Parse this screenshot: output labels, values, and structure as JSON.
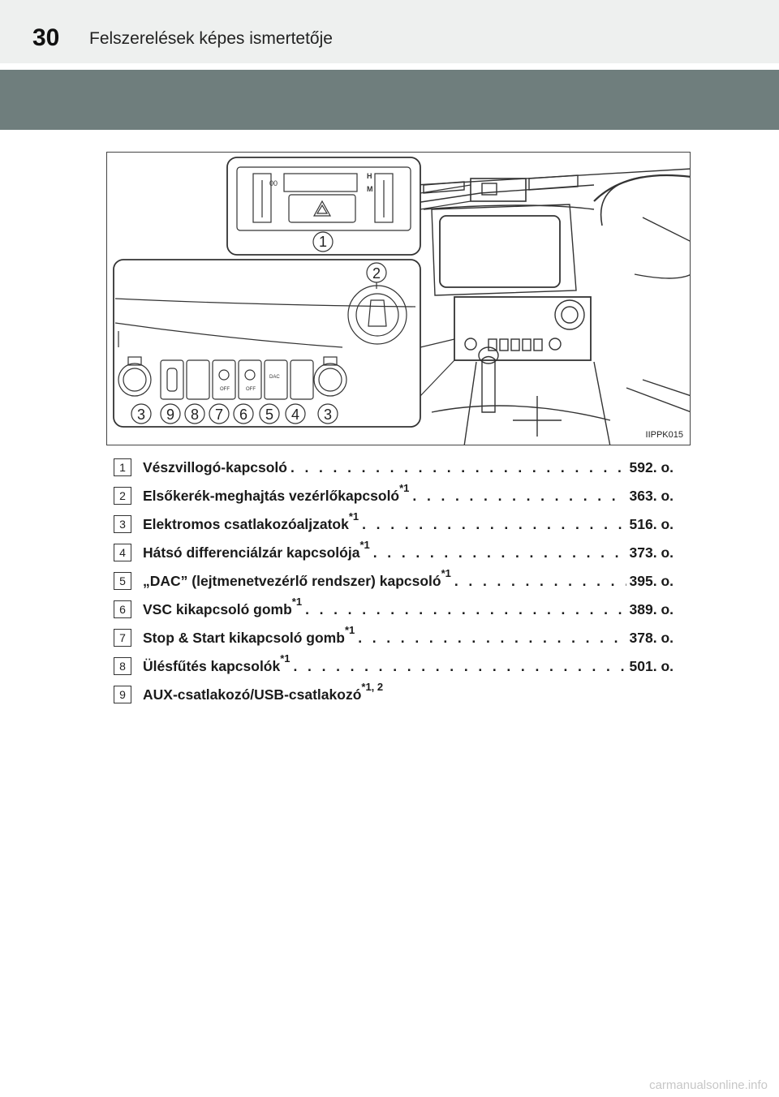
{
  "header": {
    "page_number": "30",
    "title": "Felszerelések képes ismertetője"
  },
  "figure": {
    "code": "IIPPK015",
    "callouts": [
      "1",
      "2",
      "3",
      "9",
      "8",
      "7",
      "6",
      "5",
      "4",
      "3"
    ],
    "switch_labels": {
      "seat_high": "H",
      "seat_low": "M",
      "off": "OFF",
      "dac": "DAC"
    }
  },
  "legend": [
    {
      "num": "1",
      "label": "Vészvillogó-kapcsoló",
      "sup": "",
      "page": "592. o."
    },
    {
      "num": "2",
      "label": "Elsőkerék-meghajtás vezérlőkapcsoló",
      "sup": "*1",
      "page": "363. o."
    },
    {
      "num": "3",
      "label": "Elektromos csatlakozóaljzatok",
      "sup": "*1",
      "page": "516. o."
    },
    {
      "num": "4",
      "label": "Hátsó differenciálzár kapcsolója",
      "sup": "*1",
      "page": "373. o."
    },
    {
      "num": "5",
      "label": "„DAC” (lejtmenetvezérlő rendszer) kapcsoló",
      "sup": "*1",
      "page": "395. o."
    },
    {
      "num": "6",
      "label": "VSC kikapcsoló gomb",
      "sup": "*1",
      "page": "389. o."
    },
    {
      "num": "7",
      "label": "Stop & Start kikapcsoló gomb",
      "sup": "*1",
      "page": "378. o."
    },
    {
      "num": "8",
      "label": "Ülésfűtés kapcsolók",
      "sup": "*1",
      "page": "501. o."
    },
    {
      "num": "9",
      "label": "AUX-csatlakozó/USB-csatlakozó",
      "sup": "*1, 2",
      "page": ""
    }
  ],
  "footer": {
    "watermark": "carmanualsonline.info"
  }
}
